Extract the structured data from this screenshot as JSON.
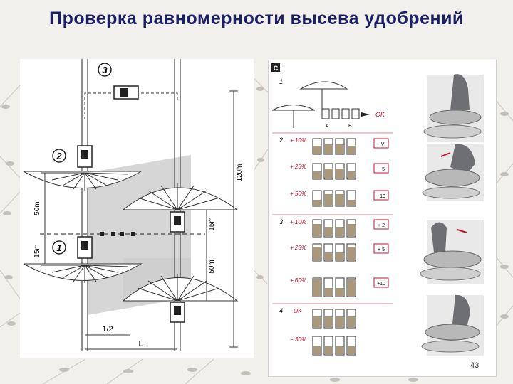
{
  "slide": {
    "title": "Проверка равномерности высева удобрений",
    "page_number": "43"
  },
  "left_diagram": {
    "positions": [
      "1",
      "2",
      "3"
    ],
    "distances": {
      "total": "120m",
      "upper": "50m",
      "short_left": "15m",
      "short_right": "15m",
      "lower": "50m"
    },
    "widths": {
      "half": "1/2",
      "full": "L"
    }
  },
  "right_panel": {
    "panel_letter": "C",
    "ok_label": "OK",
    "sections": [
      {
        "number": "1",
        "rows": [
          {
            "label": "",
            "result": "OK"
          }
        ],
        "trays": [
          "A",
          "B"
        ]
      },
      {
        "number": "2",
        "rows": [
          {
            "label": "+ 10%",
            "action": "−V"
          },
          {
            "label": "+ 25%",
            "action": "− 5"
          },
          {
            "label": "+ 50%",
            "action": "−10"
          }
        ]
      },
      {
        "number": "3",
        "rows": [
          {
            "label": "+ 10%",
            "action": "+ 2"
          },
          {
            "label": "+ 25%",
            "action": "+ 5"
          },
          {
            "label": "+ 60%",
            "action": "+10"
          }
        ]
      },
      {
        "number": "4",
        "rows": [
          {
            "label": "OK",
            "action": ""
          },
          {
            "label": "− 30%",
            "action": ""
          }
        ]
      }
    ]
  },
  "colors": {
    "title": "#1b1f63",
    "accent_red": "#c8102e",
    "gray_zone": "#d6d6d6"
  }
}
